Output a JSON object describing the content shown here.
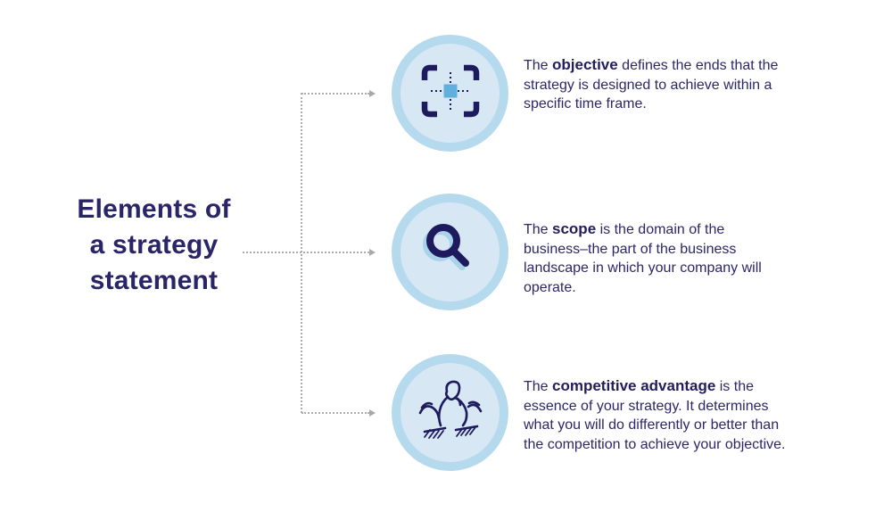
{
  "title": "Elements of\na strategy\nstatement",
  "colors": {
    "navy_text": "#2c2768",
    "navy_bold": "#221d5c",
    "icon_navy": "#1e1a5e",
    "circle_ring": "#b5daee",
    "circle_fill": "#d7e8f4",
    "icon_accent_blue": "#5fb0dc",
    "icon_shadow_blue": "#a8d3ea",
    "connector_gray": "#adadad"
  },
  "items": [
    {
      "icon": "target-viewfinder-icon",
      "before": "The ",
      "keyword": "objective",
      "after": " defines the ends that the strategy is designed to achieve within a specific time frame."
    },
    {
      "icon": "magnifying-glass-icon",
      "before": "The ",
      "keyword": "scope",
      "after": " is the domain of the business–the part of the business landscape in which your company will operate."
    },
    {
      "icon": "arm-wrestling-icon",
      "before": "The ",
      "keyword": "competitive advantage",
      "after": " is the essence of your strategy. It determines what you will do differently or better than the competition to achieve your objective."
    }
  ]
}
